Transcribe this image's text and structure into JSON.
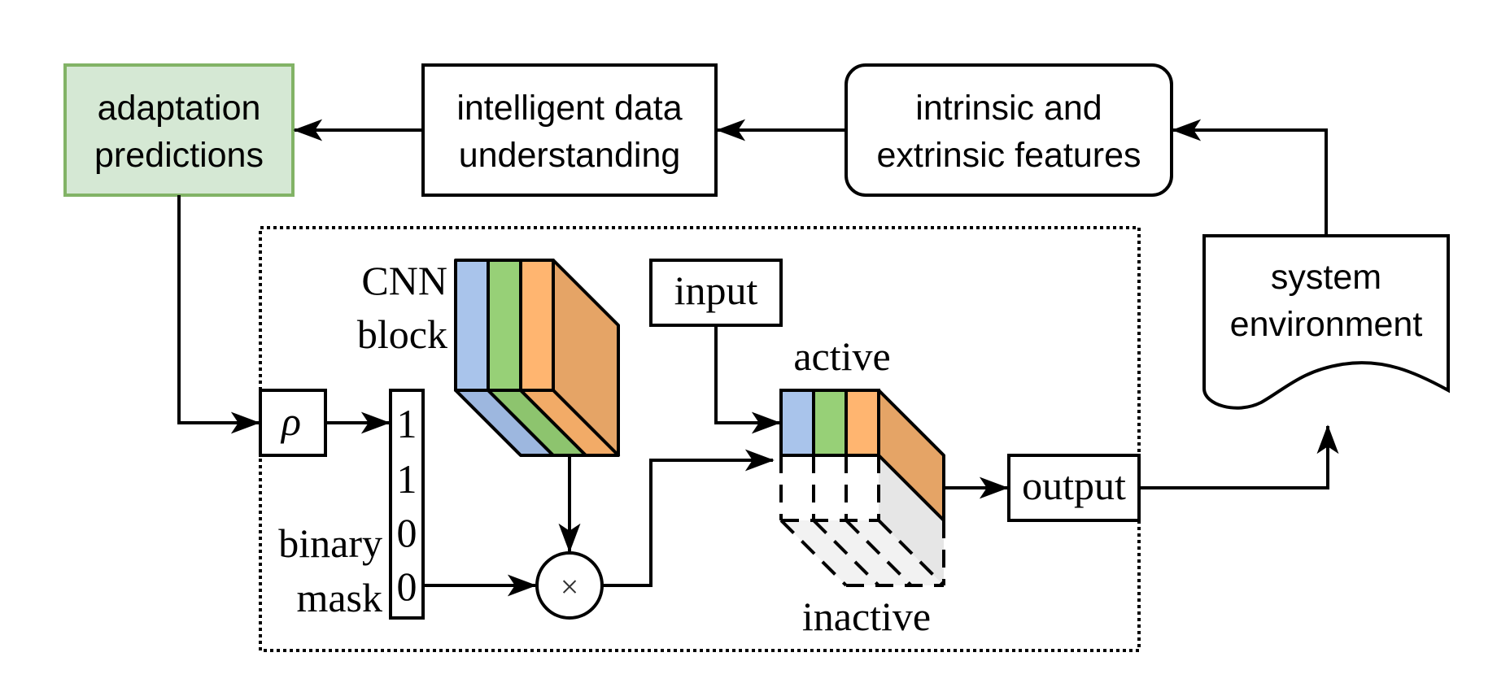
{
  "diagram": {
    "top_row": {
      "adaptation": {
        "line1": "adaptation",
        "line2": "predictions",
        "fill": "#d5e8d4",
        "border": "#82b366"
      },
      "intelligent": {
        "line1": "intelligent data",
        "line2": "understanding"
      },
      "features": {
        "line1": "intrinsic and",
        "line2": "extrinsic features"
      }
    },
    "environment": {
      "line1": "system",
      "line2": "environment"
    },
    "inner": {
      "rho": "ρ",
      "cnn_label": {
        "line1": "CNN",
        "line2": "block"
      },
      "mask_label": {
        "line1": "binary",
        "line2": "mask"
      },
      "mask_values": [
        "1",
        "1",
        "0",
        "0"
      ],
      "multiply": "×",
      "input": "input",
      "output": "output",
      "active_label": "active",
      "inactive_label": "inactive"
    },
    "colors": {
      "channel_blue": "#A9C4EB",
      "channel_green": "#97D077",
      "channel_orange": "#FFB570",
      "side_orange": "#E5A466",
      "bottom_blue": "#9DB7DF",
      "bottom_green": "#8DC46E",
      "bottom_orange": "#F2AB67",
      "inactive_side": "#E6E6E6",
      "inactive_bottom": "#F2F2F2"
    }
  }
}
